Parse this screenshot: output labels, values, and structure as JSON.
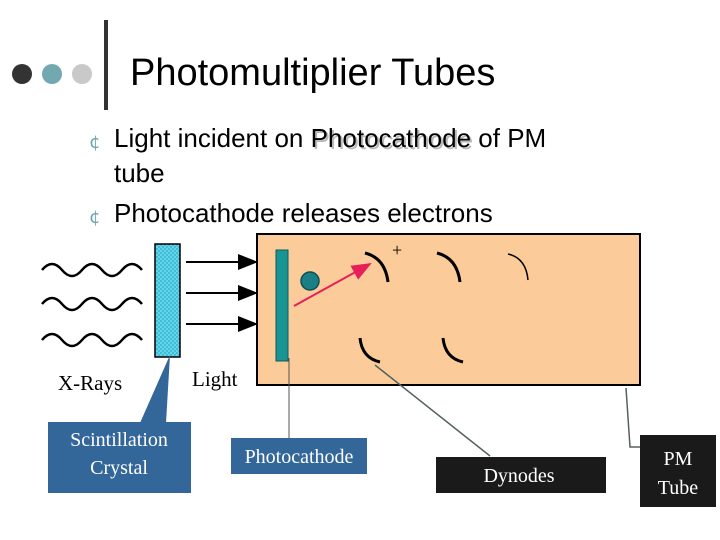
{
  "slide": {
    "title": "Photomultiplier Tubes",
    "bullets": [
      {
        "before": "Light incident on ",
        "highlight": "Photocathode",
        "after": " of PM",
        "line2": "tube"
      },
      {
        "text": "Photocathode releases electrons"
      }
    ],
    "bullet_glyph": "¢"
  },
  "diagram": {
    "plus_sign": "+",
    "xrays_label": "X-Rays",
    "light_label": "Light",
    "callouts": {
      "scintillation_line1": "Scintillation",
      "scintillation_line2": "Crystal",
      "photocathode": "Photocathode",
      "dynodes": "Dynodes",
      "pm_line1": "PM",
      "pm_line2": "Tube"
    },
    "colors": {
      "tube_fill": "#fbcb99",
      "crystal_fill": "#5cd7ee",
      "photocathode_fill": "#199494",
      "electron_path": "#e8205a",
      "callout_blue": "#336699",
      "callout_dark": "#1a1a1a"
    }
  }
}
